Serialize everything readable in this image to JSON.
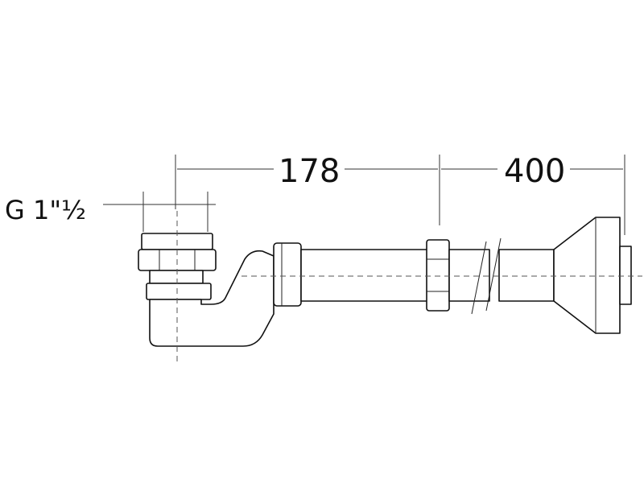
{
  "dimensions": {
    "thread": "G 1\"½",
    "length_a": "178",
    "length_b": "400"
  },
  "colors": {
    "line": "#111111",
    "background": "#ffffff"
  }
}
